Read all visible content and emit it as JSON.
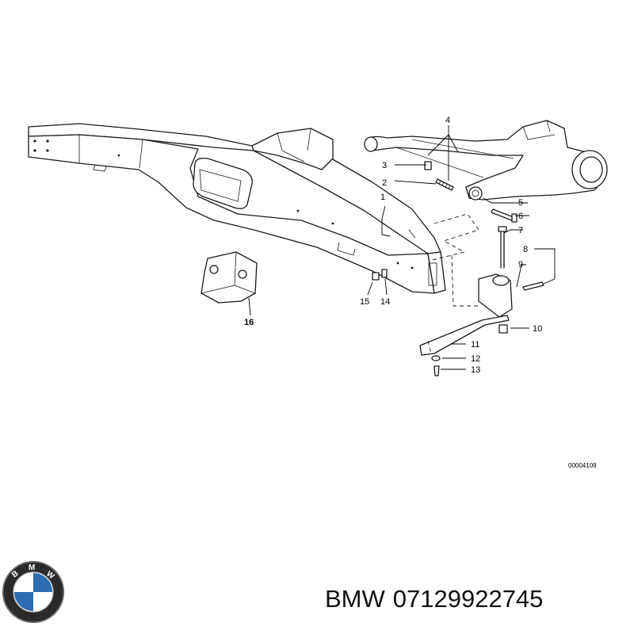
{
  "brand": {
    "name": "BMW",
    "part_number": "07129922745"
  },
  "drawing": {
    "number": "00004109"
  },
  "callouts": [
    "1",
    "2",
    "3",
    "4",
    "5",
    "6",
    "7",
    "8",
    "9",
    "10",
    "11",
    "12",
    "13",
    "14",
    "15",
    "16"
  ],
  "colors": {
    "line": "#1a1a1a",
    "logo_blue": "#2c6db3",
    "logo_ring": "#222222"
  }
}
